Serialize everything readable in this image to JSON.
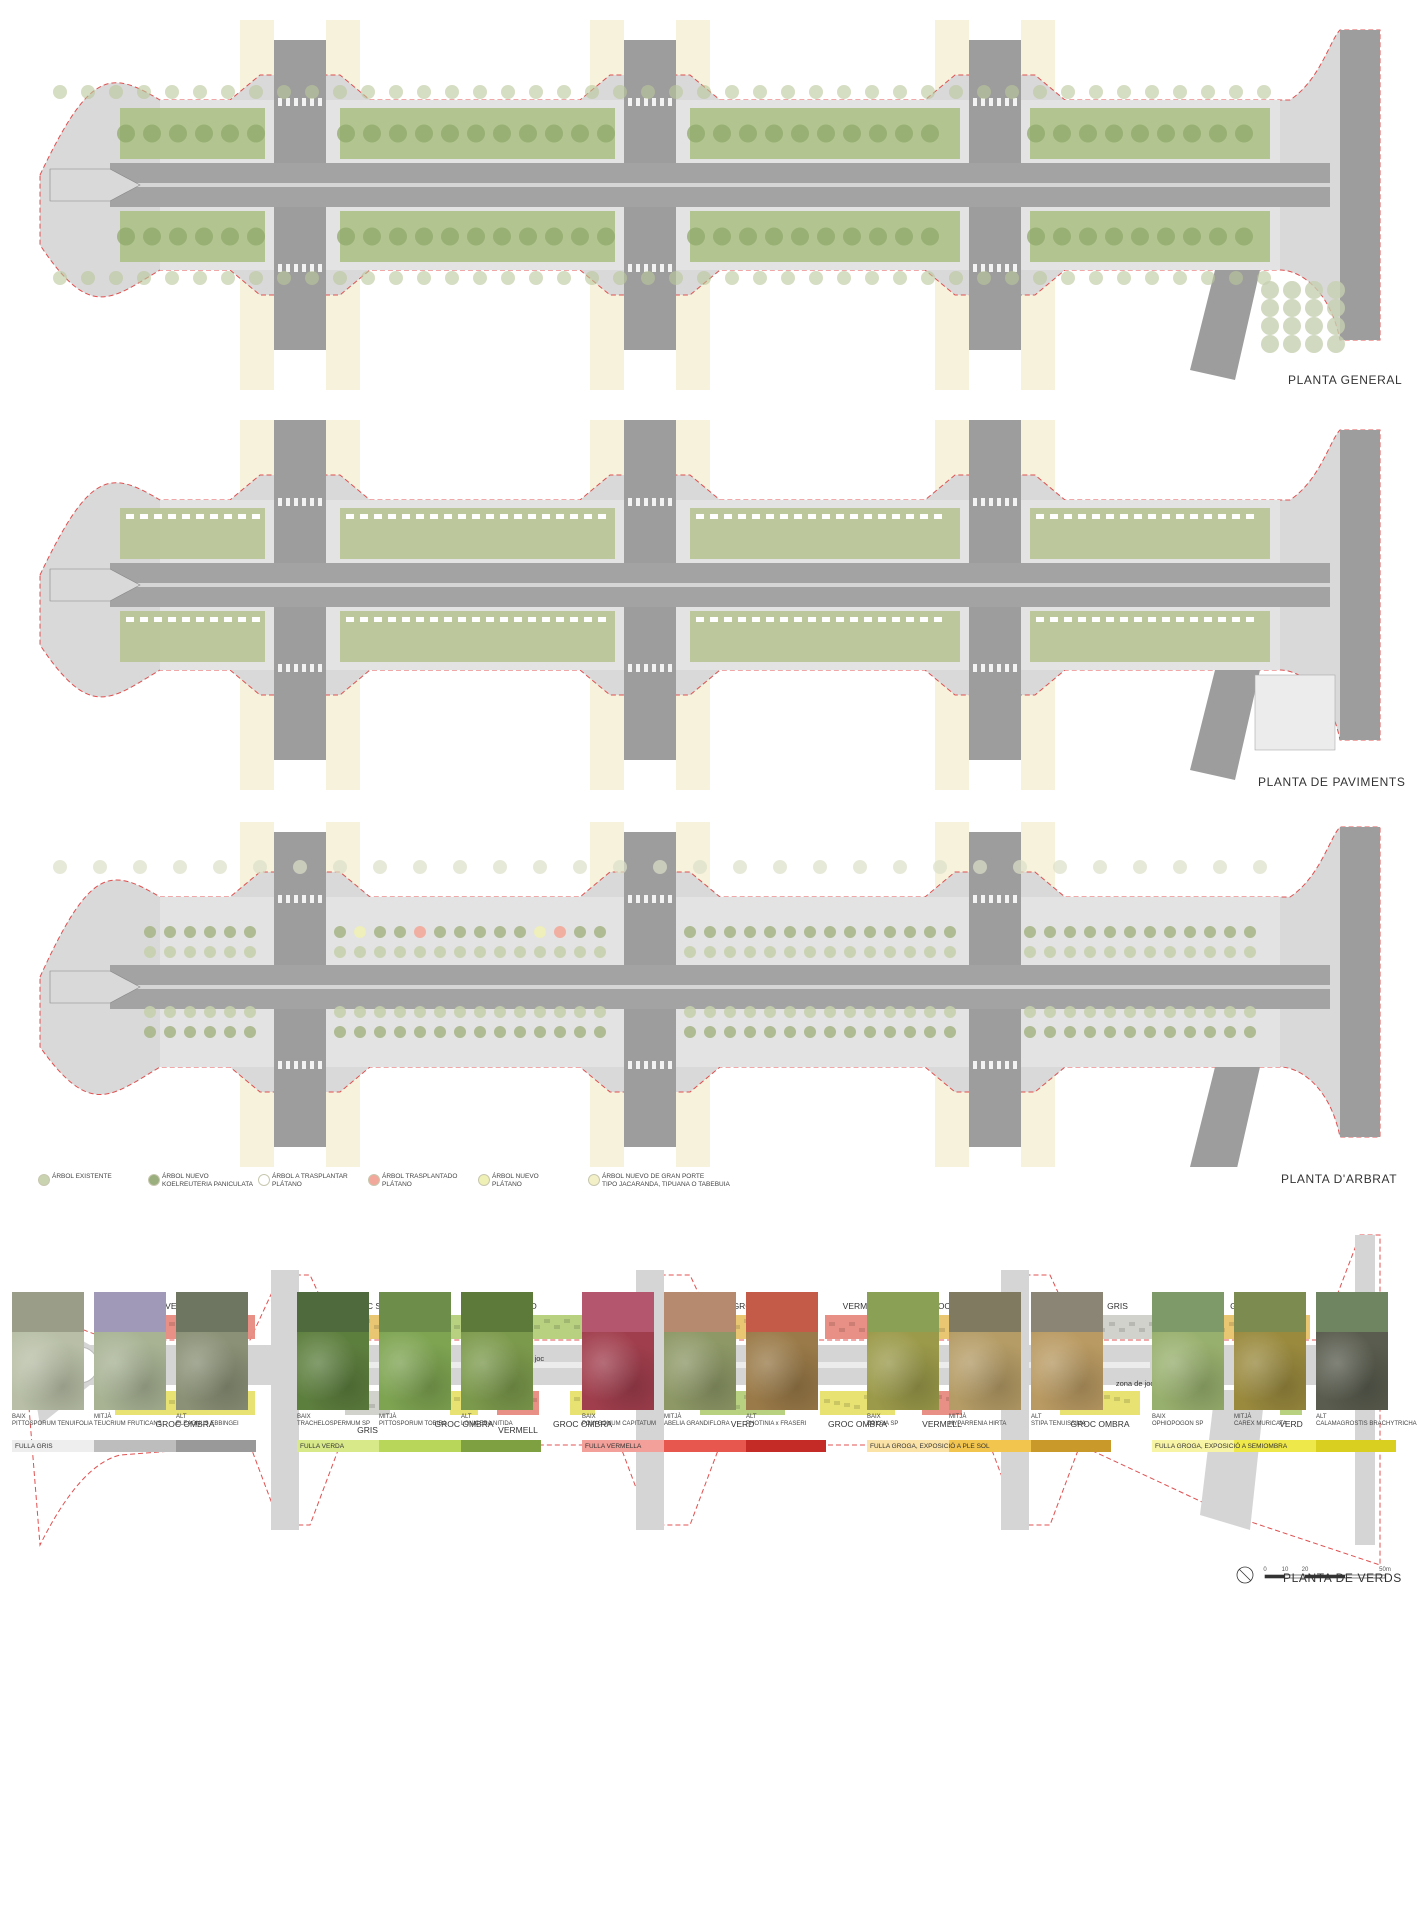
{
  "plans": {
    "general": "PLANTA GENERAL",
    "paviments": "PLANTA DE PAVIMENTS",
    "arbrat": "PLANTA D'ARBRAT",
    "verds": "PLANTA DE VERDS"
  },
  "arbrat_legend": [
    {
      "label": "ÁRBOL EXISTENTE",
      "sub": "",
      "color": "#c9d3b0"
    },
    {
      "label": "ÁRBOL NUEVO",
      "sub": "KOELREUTERIA PANICULATA",
      "color": "#9aae7e"
    },
    {
      "label": "ÁRBOL A TRASPLANTAR",
      "sub": "PLÁTANO",
      "color": "#ffffff"
    },
    {
      "label": "ÁRBOL TRASPLANTADO",
      "sub": "PLÁTANO",
      "color": "#f2a89a"
    },
    {
      "label": "ÁRBOL NUEVO",
      "sub": "PLÁTANO",
      "color": "#eef0b5"
    },
    {
      "label": "ÁRBOL NUEVO DE GRAN PORTE",
      "sub": "TIPO JACARANDA, TIPUANA O TABEBUIA",
      "color": "#f3f0c8"
    }
  ],
  "verds": {
    "zones_top": [
      {
        "label": "VERMELL",
        "color": "#e88a80"
      },
      {
        "label": "GROC SOL",
        "color": "#e8c46a"
      },
      {
        "label": "VERD",
        "color": "#b3cf7a"
      },
      {
        "label": "GROC SOL",
        "color": "#e8c46a"
      },
      {
        "label": "VERMELL",
        "color": "#e88a80"
      },
      {
        "label": "GROC SOL",
        "color": "#e8c46a"
      },
      {
        "label": "GRIS",
        "color": "#cfd0c8"
      },
      {
        "label": "GROC SOL",
        "color": "#e8c46a"
      }
    ],
    "zones_bottom": [
      {
        "label": "GROC OMBRA",
        "color": "#e6e06a"
      },
      {
        "label": "GRIS",
        "color": "#cfd0c8"
      },
      {
        "label": "GROC OMBRA",
        "color": "#e6e06a"
      },
      {
        "label": "VERMELL",
        "color": "#e88a80"
      },
      {
        "label": "GROC OMBRA",
        "color": "#e6e06a"
      },
      {
        "label": "VERD",
        "color": "#b3cf7a"
      },
      {
        "label": "GROC OMBRA",
        "color": "#e6e06a"
      },
      {
        "label": "VERMELL",
        "color": "#e88a80"
      },
      {
        "label": "GROC OMBRA",
        "color": "#e6e06a"
      },
      {
        "label": "VERD",
        "color": "#b3cf7a"
      }
    ],
    "play_zone": "zona de joc",
    "scale": {
      "ticks": [
        "0",
        "10",
        "20",
        "50m"
      ]
    }
  },
  "palettes": [
    {
      "name": "FULLA GRIS",
      "bar": [
        "#eeeeee",
        "#bdbdbd",
        "#999999"
      ],
      "plants": [
        {
          "level": "BAIX",
          "species": "PITTOSPORUM TENUIFOLIA",
          "top": "#9a9e88",
          "bottom": "#b8bfa6"
        },
        {
          "level": "MITJÀ",
          "species": "TEUCRIUM FRUTICANS",
          "top": "#a09ab8",
          "bottom": "#a8b394"
        },
        {
          "level": "ALT",
          "species": "ELEAGNUS EBBINGEI",
          "top": "#6e7560",
          "bottom": "#8a9176"
        }
      ]
    },
    {
      "name": "FULLA VERDA",
      "bar": [
        "#d8e98a",
        "#b7d65a",
        "#7fa040"
      ],
      "plants": [
        {
          "level": "BAIX",
          "species": "TRACHELOSPERMUM SP",
          "top": "#4f6a3c",
          "bottom": "#5d7f3e"
        },
        {
          "level": "MITJÀ",
          "species": "PITTOSPORUM TOBIRA",
          "top": "#6d8d4a",
          "bottom": "#7ea451"
        },
        {
          "level": "ALT",
          "species": "LONICERA NITIDA",
          "top": "#5d7a3a",
          "bottom": "#7c9a4c"
        }
      ]
    },
    {
      "name": "FULLA VERMELLA",
      "bar": [
        "#f3a09a",
        "#e8574e",
        "#c42a26"
      ],
      "plants": [
        {
          "level": "BAIX",
          "species": "POLYGONUM CAPITATUM",
          "top": "#b4566e",
          "bottom": "#a13e4d"
        },
        {
          "level": "MITJÀ",
          "species": "ABELIA GRANDIFLORA",
          "top": "#b58a6e",
          "bottom": "#8d9866"
        },
        {
          "level": "ALT",
          "species": "PHOTINIA x FRASERI",
          "top": "#c45a48",
          "bottom": "#9a7a48"
        }
      ]
    },
    {
      "name": "FULLA GROGA, EXPOSICIÓ A PLE SOL",
      "bar": [
        "#fbe3a8",
        "#f2c54e",
        "#c99a2a"
      ],
      "plants": [
        {
          "level": "BAIX",
          "species": "ZOYSIA SP",
          "top": "#8aa055",
          "bottom": "#9b9a4a"
        },
        {
          "level": "MITJÀ",
          "species": "HYPARRENIA HIRTA",
          "top": "#807a60",
          "bottom": "#b59c66"
        },
        {
          "level": "ALT",
          "species": "STIPA TENUISSIMA",
          "top": "#8b8575",
          "bottom": "#b99a62"
        }
      ]
    },
    {
      "name": "FULLA GROGA, EXPOSICIÓ A SEMIOMBRA",
      "bar": [
        "#f8f4a6",
        "#efe84a",
        "#d8cf20"
      ],
      "plants": [
        {
          "level": "BAIX",
          "species": "OPHIOPOGON SP",
          "top": "#7e9a68",
          "bottom": "#98b06e"
        },
        {
          "level": "MITJÀ",
          "species": "CAREX MURICATA",
          "top": "#7c8c50",
          "bottom": "#9a8a3e"
        },
        {
          "level": "ALT",
          "species": "CALAMAGROSTIS BRACHYTRICHA",
          "top": "#6f8460",
          "bottom": "#595c4e"
        }
      ]
    }
  ]
}
